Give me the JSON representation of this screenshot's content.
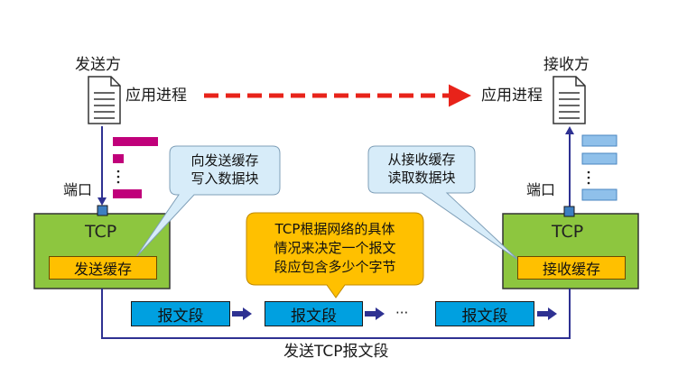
{
  "sender": {
    "title": "发送方",
    "process": "应用进程",
    "port": "端口",
    "tcp": "TCP",
    "buffer": "发送缓存",
    "callout": [
      "向发送缓存",
      "写入数据块"
    ]
  },
  "receiver": {
    "title": "接收方",
    "process": "应用进程",
    "port": "端口",
    "tcp": "TCP",
    "buffer": "接收缓存",
    "callout": [
      "从接收缓存",
      "读取数据块"
    ]
  },
  "network_note": [
    "TCP根据网络的具体",
    "情况来决定一个报文",
    "段应包含多少个字节"
  ],
  "segments": [
    "报文段",
    "报文段",
    "报文段"
  ],
  "ellipsis": "···",
  "bottom_label": "发送TCP报文段",
  "colors": {
    "tcp_box": "#8dc63f",
    "buffer": "#ffc000",
    "segment": "#00a0e0",
    "data_block_sender": "#c0007a",
    "data_block_receiver": "#8fc0ea",
    "dashed_arrow": "#e8231a",
    "line": "#2e3192",
    "callout": "#d7ecf9",
    "note": "#ffc000"
  },
  "icons": [
    "document-icon",
    "document-icon",
    "arrow-right-icon"
  ]
}
